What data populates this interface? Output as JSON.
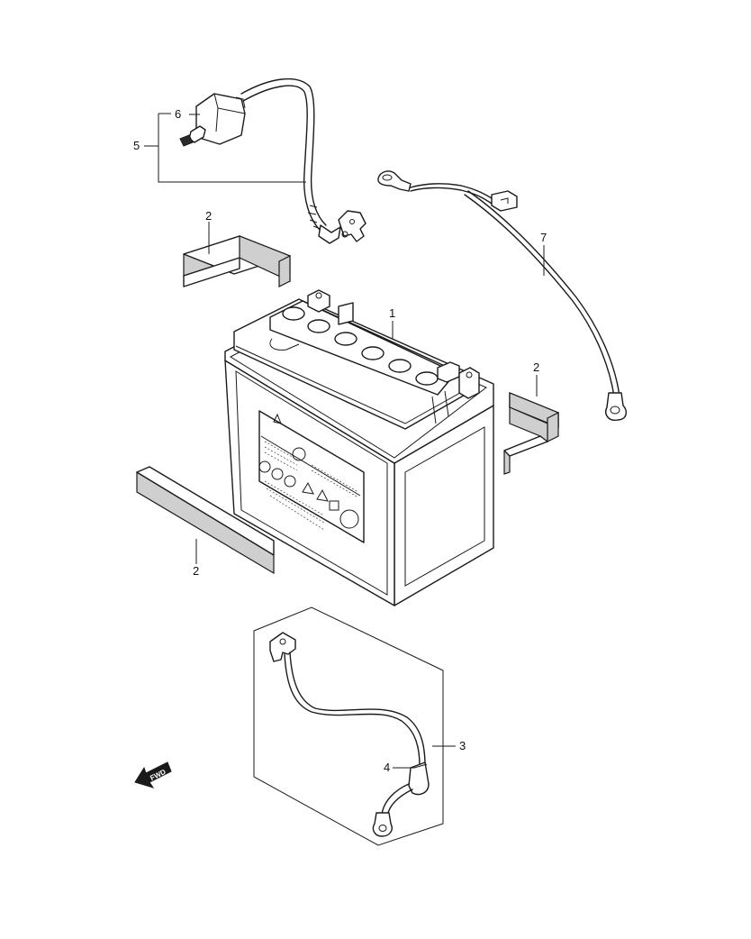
{
  "diagram": {
    "callouts": [
      {
        "id": "c1",
        "label": "1",
        "part": "battery"
      },
      {
        "id": "c2a",
        "label": "2",
        "part": "battery-pad-upper-left"
      },
      {
        "id": "c2b",
        "label": "2",
        "part": "battery-pad-right"
      },
      {
        "id": "c2c",
        "label": "2",
        "part": "battery-pad-bottom"
      },
      {
        "id": "c3",
        "label": "3",
        "part": "negative-battery-lead"
      },
      {
        "id": "c4",
        "label": "4",
        "part": "terminal-cover"
      },
      {
        "id": "c5",
        "label": "5",
        "part": "positive-lead-assembly"
      },
      {
        "id": "c6",
        "label": "6",
        "part": "starter-relay-cap"
      },
      {
        "id": "c7",
        "label": "7",
        "part": "ground-lead"
      }
    ],
    "fwd_label": "FWD",
    "colors": {
      "line": "#1a1a1a",
      "pad_fill": "#cfcfcf",
      "background": "#ffffff"
    }
  }
}
